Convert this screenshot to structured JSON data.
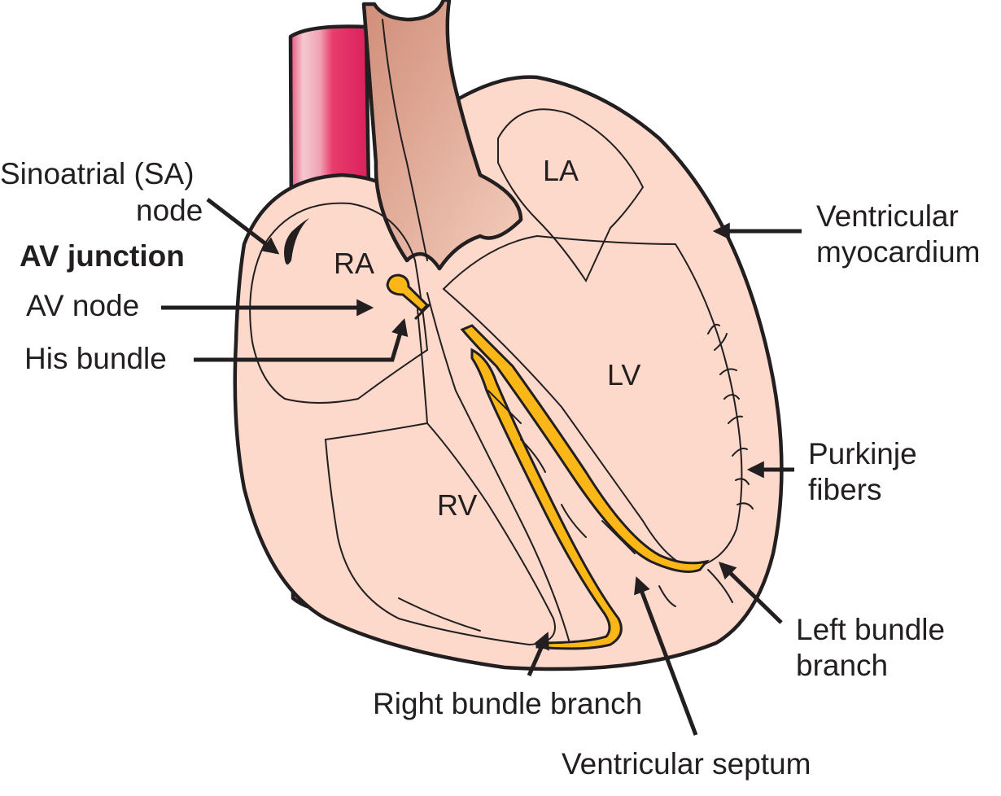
{
  "figure": {
    "title": "Cardiac conduction system",
    "chambers": {
      "right_atrium": "RA",
      "left_atrium": "LA",
      "right_ventricle": "RV",
      "left_ventricle": "LV"
    },
    "labels": {
      "sa_node_line1": "Sinoatrial (SA)",
      "sa_node_line2": "node",
      "av_junction": "AV junction",
      "av_node": "AV node",
      "his_bundle": "His bundle",
      "ventricular_myocardium_line1": "Ventricular",
      "ventricular_myocardium_line2": "myocardium",
      "purkinje_line1": "Purkinje",
      "purkinje_line2": "fibers",
      "left_bundle_line1": "Left bundle",
      "left_bundle_line2": "branch",
      "right_bundle": "Right bundle branch",
      "ventricular_septum": "Ventricular septum"
    },
    "colors": {
      "myocardium_outer": "#fcd9cb",
      "chamber_interior": "#d48f7a",
      "conduction_yellow": "#fbb717",
      "vessel_red": "#e2336a",
      "outline": "#231f20"
    }
  }
}
